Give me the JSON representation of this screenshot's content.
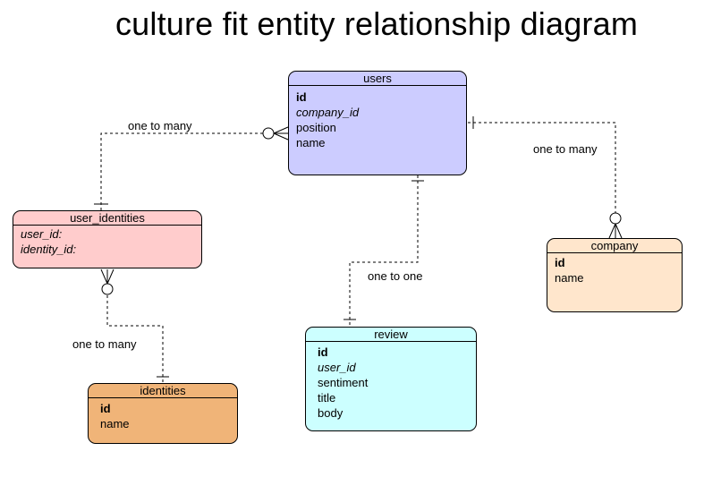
{
  "title": "culture fit entity relationship diagram",
  "colors": {
    "users": "#ccccff",
    "user_identities": "#ffcccc",
    "company": "#ffe6cc",
    "review": "#ccffff",
    "identities": "#f0b478"
  },
  "entities": {
    "users": {
      "name": "users",
      "fields": [
        {
          "text": "id",
          "style": "pk"
        },
        {
          "text": "company_id",
          "style": "fk"
        },
        {
          "text": "position",
          "style": ""
        },
        {
          "text": "name",
          "style": ""
        }
      ]
    },
    "user_identities": {
      "name": "user_identities",
      "fields": [
        {
          "text": "user_id:",
          "style": "fk"
        },
        {
          "text": "identity_id:",
          "style": "fk"
        }
      ]
    },
    "company": {
      "name": "company",
      "fields": [
        {
          "text": "id",
          "style": "pk"
        },
        {
          "text": "name",
          "style": ""
        }
      ]
    },
    "review": {
      "name": "review",
      "fields": [
        {
          "text": "id",
          "style": "pk"
        },
        {
          "text": "user_id",
          "style": "fk"
        },
        {
          "text": "sentiment",
          "style": ""
        },
        {
          "text": "title",
          "style": ""
        },
        {
          "text": "body",
          "style": ""
        }
      ]
    },
    "identities": {
      "name": "identities",
      "fields": [
        {
          "text": "id",
          "style": "pk"
        },
        {
          "text": "name",
          "style": ""
        }
      ]
    }
  },
  "relationships": [
    {
      "label": "one to many",
      "from": "users",
      "to": "user_identities"
    },
    {
      "label": "one to many",
      "from": "company",
      "to": "users"
    },
    {
      "label": "one to one",
      "from": "users",
      "to": "review"
    },
    {
      "label": "one to many",
      "from": "identities",
      "to": "user_identities"
    }
  ]
}
